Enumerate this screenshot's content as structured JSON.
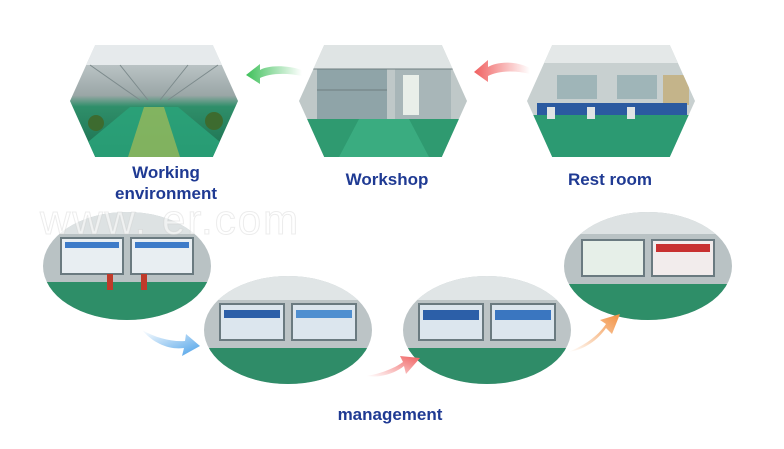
{
  "captions": {
    "working": "Working environment",
    "workshop": "Workshop",
    "rest": "Rest room",
    "management": "management"
  },
  "watermark": "www.                                     er.com",
  "colors": {
    "caption": "#1f3a93",
    "arrow_green": "#3ec05a",
    "arrow_red": "#f06060",
    "arrow_blue": "#4aa0e8",
    "arrow_orange": "#f29040"
  }
}
